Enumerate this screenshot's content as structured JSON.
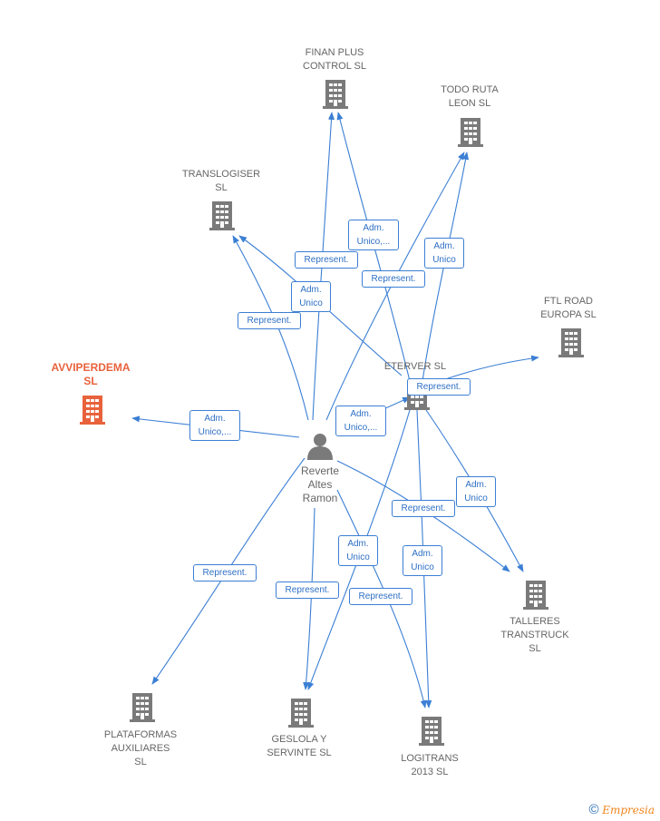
{
  "nodes": {
    "finan_plus": "FINAN PLUS\nCONTROL  SL",
    "todo_ruta": "TODO RUTA\nLEON  SL",
    "translogiser": "TRANSLOGISER\nSL",
    "ftl_road": "FTL ROAD\nEUROPA  SL",
    "avviperdema": "AVVIPERDEMA\nSL",
    "eterver": "ETERVER  SL",
    "person": "Reverte\nAltes\nRamon",
    "talleres": "TALLERES\nTRANSTRUCK\nSL",
    "plataformas": "PLATAFORMAS\nAUXILIARES\nSL",
    "geslola": "GESLOLA Y\nSERVINTE SL",
    "logitrans": "LOGITRANS\n2013  SL"
  },
  "edge_labels": {
    "adm_unico_finan": "Adm.\nUnico,...",
    "represent_finan": "Represent.",
    "adm_unico_todo": "Adm.\nUnico",
    "represent_todo": "Represent.",
    "adm_unico_trans": "Adm.\nUnico",
    "represent_trans": "Represent.",
    "adm_unico_avvi": "Adm.\nUnico,...",
    "adm_unico_eter": "Adm.\nUnico,...",
    "represent_ftl": "Represent.",
    "adm_unico_talleres": "Adm.\nUnico",
    "represent_talleres": "Represent.",
    "represent_plataformas": "Represent.",
    "represent_geslola": "Represent.",
    "adm_unico_geslola": "Adm.\nUnico",
    "represent_logitrans": "Represent.",
    "adm_unico_logitrans": "Adm.\nUnico"
  },
  "footer": {
    "copyright": "©",
    "brand": "Empresia"
  },
  "colors": {
    "edge": "#3b7fd4",
    "building": "#7a7a7a",
    "main_building": "#e8623c",
    "person": "#7a7a7a"
  }
}
